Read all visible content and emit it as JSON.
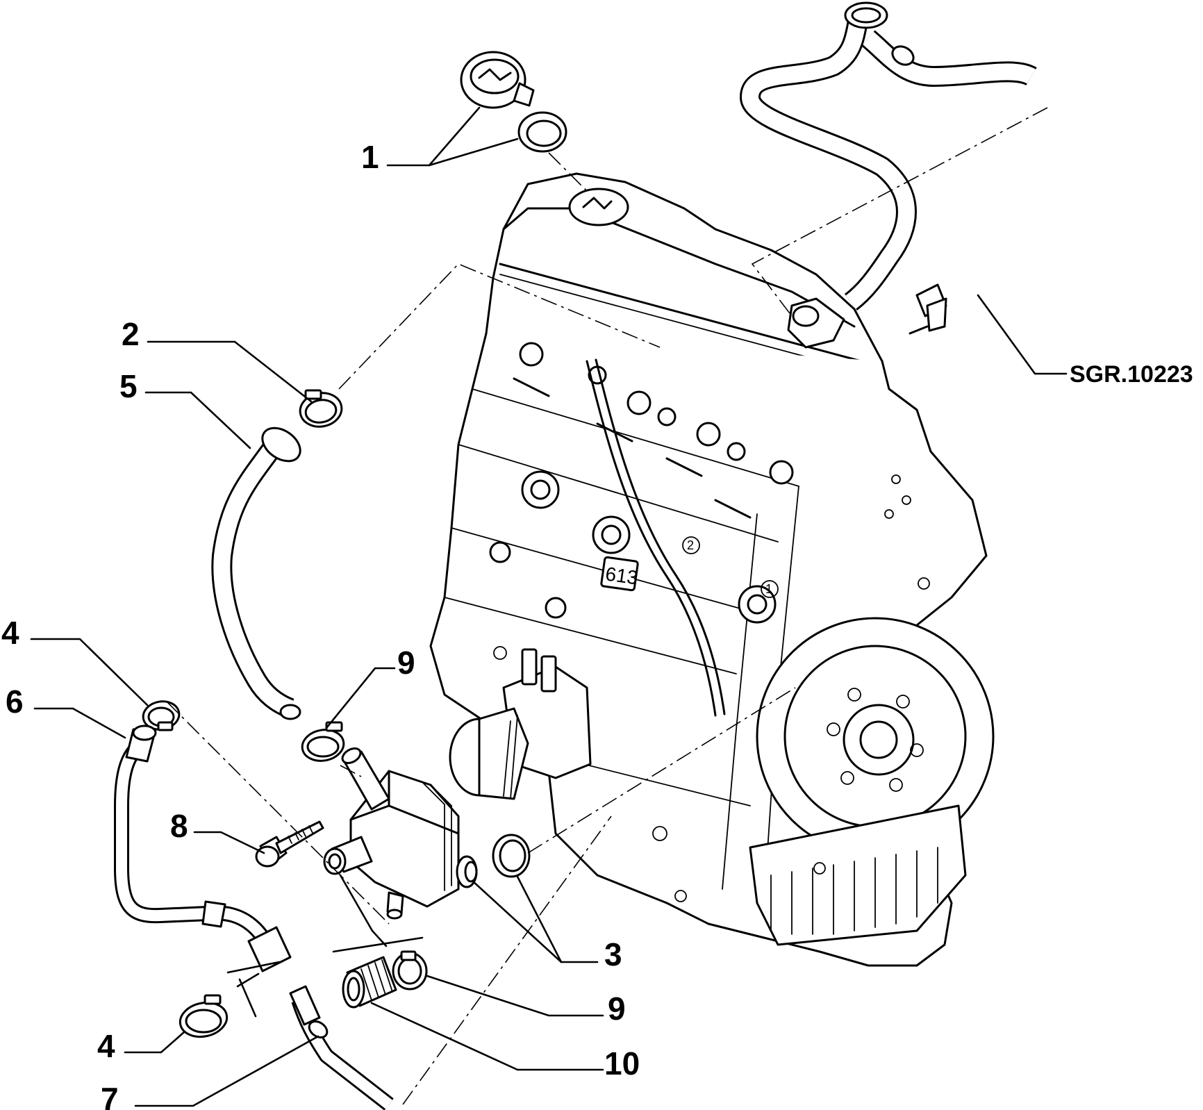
{
  "callouts": [
    {
      "id": "1",
      "text": "1"
    },
    {
      "id": "2",
      "text": "2"
    },
    {
      "id": "3",
      "text": "3"
    },
    {
      "id": "4a",
      "text": "4"
    },
    {
      "id": "4b",
      "text": "4"
    },
    {
      "id": "5",
      "text": "5"
    },
    {
      "id": "6",
      "text": "6"
    },
    {
      "id": "7",
      "text": "7"
    },
    {
      "id": "8",
      "text": "8"
    },
    {
      "id": "9a",
      "text": "9"
    },
    {
      "id": "9b",
      "text": "9"
    },
    {
      "id": "10",
      "text": "10"
    }
  ],
  "reference": {
    "text": "SGR.10223"
  },
  "engine": {
    "block_marking": "613",
    "cylinder_marks": [
      "2",
      "1"
    ]
  }
}
